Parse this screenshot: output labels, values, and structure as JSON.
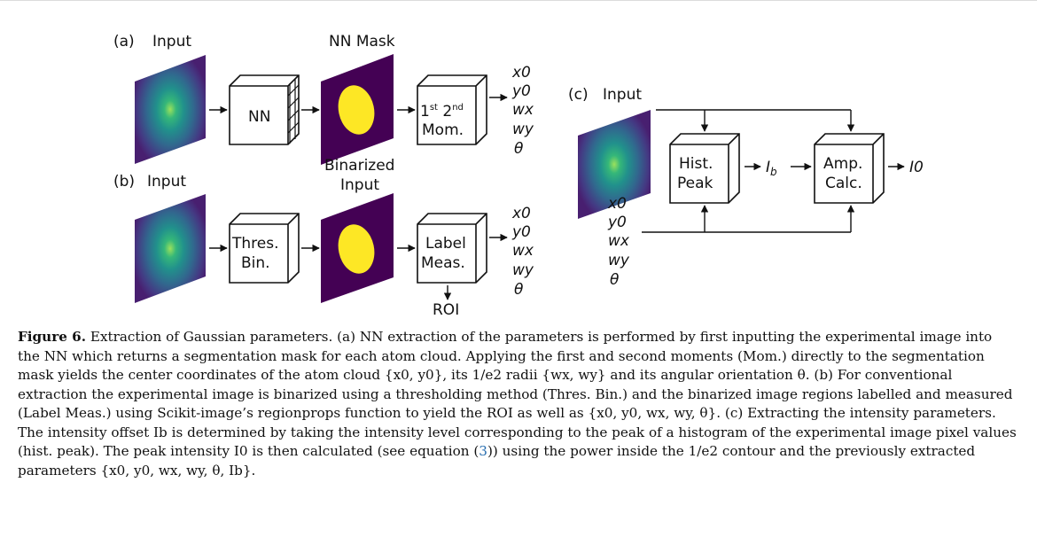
{
  "panel_a": {
    "label": "(a)",
    "input_label": "Input",
    "mask_label": "NN Mask",
    "nn_box": "NN",
    "mom_box": {
      "line1a": "1",
      "sup1": "st",
      "line1b": " 2",
      "sup2": "nd",
      "line2": "Mom."
    },
    "outputs": [
      "x0",
      "y0",
      "wx",
      "wy",
      "θ"
    ]
  },
  "panel_b": {
    "label": "(b)",
    "input_label": "Input",
    "binarized_label_1": "Binarized",
    "binarized_label_2": "Input",
    "thres_box_1": "Thres.",
    "thres_box_2": "Bin.",
    "label_box_1": "Label",
    "label_box_2": "Meas.",
    "roi": "ROI",
    "outputs": [
      "x0",
      "y0",
      "wx",
      "wy",
      "θ"
    ]
  },
  "panel_c": {
    "label": "(c)",
    "input_label": "Input",
    "hist_box_1": "Hist.",
    "hist_box_2": "Peak",
    "amp_box_1": "Amp.",
    "amp_box_2": "Calc.",
    "ib": "I",
    "ib_sub": "b",
    "i0": "I0",
    "inputs": [
      "x0",
      "y0",
      "wx",
      "wy",
      "θ"
    ]
  },
  "caption": {
    "fig_label": "Figure 6.",
    "text": " Extraction of Gaussian parameters. (a) NN extraction of the parameters is performed by first inputting the experimental image into the NN which returns a segmentation mask for each atom cloud. Applying the first and second moments (Mom.) directly to the segmentation mask yields the center coordinates of the atom cloud {x0, y0}, its 1/e2 radii {wx, wy} and its angular orientation θ. (b) For conventional extraction the experimental image is binarized using a thresholding method (Thres. Bin.) and the binarized image regions labelled and measured (Label Meas.) using Scikit-image’s regionprops function to yield the ROI as well as {x0, y0, wx, wy, θ}. (c) Extracting the intensity parameters. The intensity offset Ib is determined by taking the intensity level corresponding to the peak of a histogram of the experimental image pixel values (hist. peak). The peak intensity I0 is then calculated (see equation (",
    "eqref": "3",
    "text_end": ")) using the power inside the 1/e2 contour and the previously extracted parameters {x0, y0, wx, wy, θ, Ib}."
  },
  "colors": {
    "purple": "#440154",
    "yellow": "#fde725",
    "link": "#2a6fb0"
  }
}
